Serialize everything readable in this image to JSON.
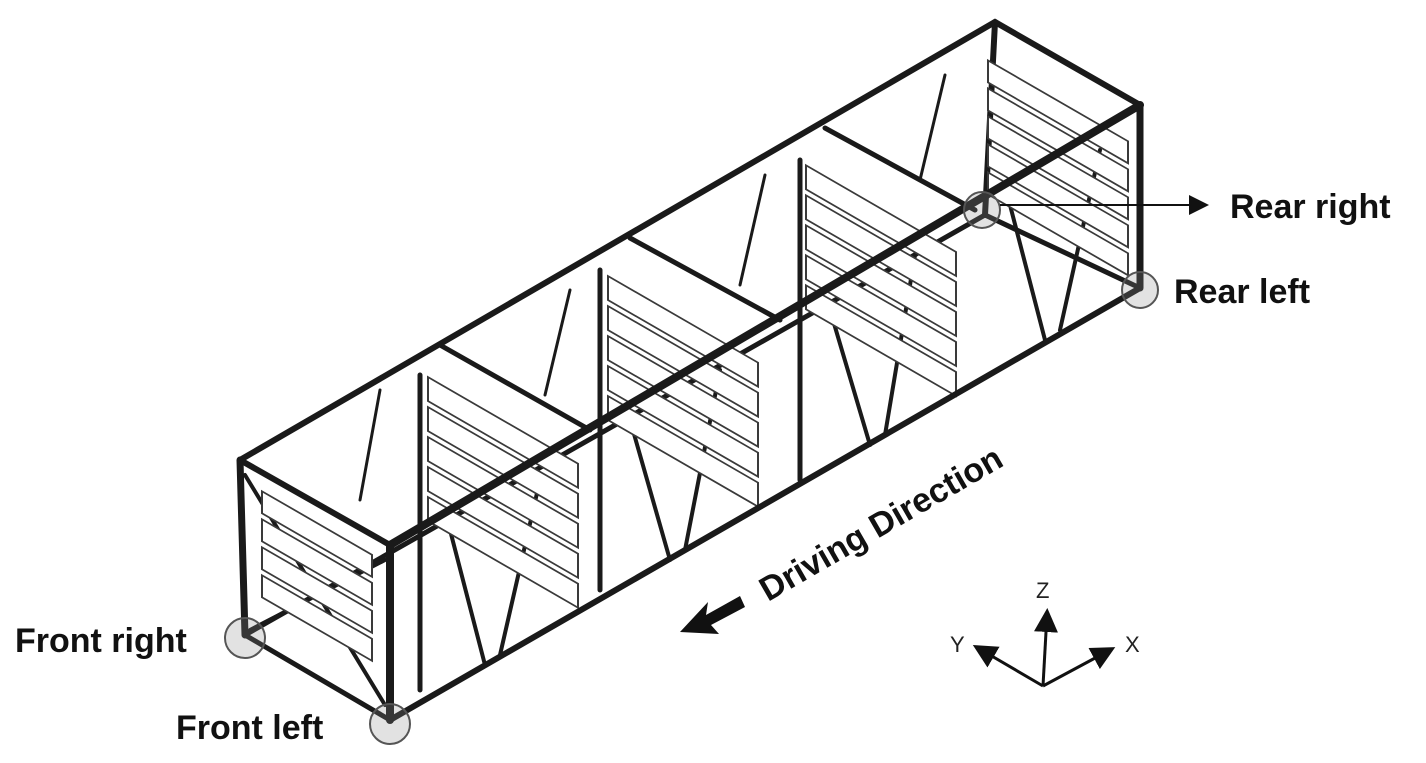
{
  "labels": {
    "rear_right": "Rear right",
    "rear_left": "Rear left",
    "front_right": "Front right",
    "front_left": "Front left",
    "driving_direction": "Driving Direction"
  },
  "axes": {
    "z": "Z",
    "y": "Y",
    "x": "X"
  },
  "colors": {
    "ink": "#1a1a1a",
    "marker": "#8c8c8c",
    "panel": "#3a3a3a"
  }
}
